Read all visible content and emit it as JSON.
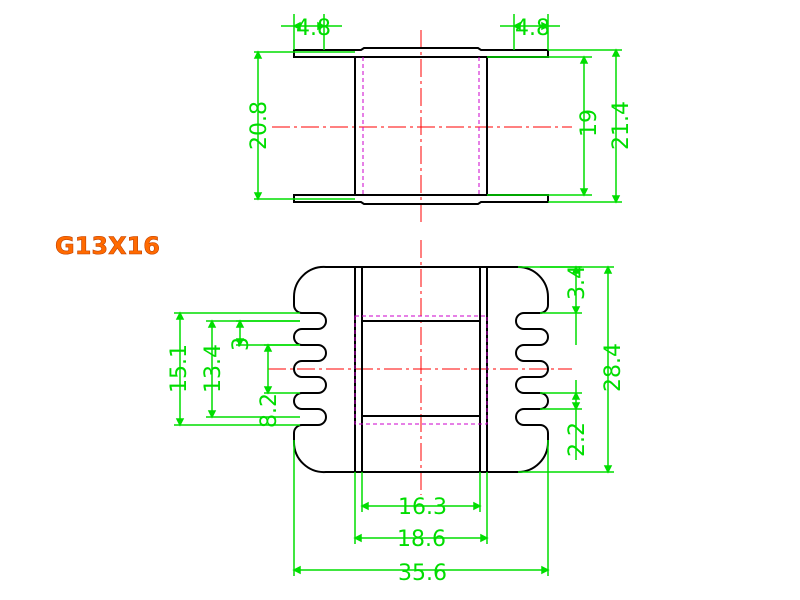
{
  "part_label": "G13X16",
  "colors": {
    "outline": "#000000",
    "dimension": "#00dd00",
    "centerline": "#ff0000",
    "hidden": "#cc00cc",
    "label": "#ff6a00"
  },
  "top_view": {
    "flange_thickness_left": "4.8",
    "flange_thickness_right": "4.8",
    "core_height": "20.8",
    "inner_height": "19",
    "total_height": "21.4"
  },
  "front_view": {
    "pin_area_height": "15.1",
    "pin_span": "13.4",
    "pin_pitch": "3",
    "slot_width": "8.2",
    "top_offset": "3.4",
    "total_height": "28.4",
    "bottom_offset": "2.2",
    "inner_width": "16.3",
    "window_width": "18.6",
    "total_width": "35.6"
  }
}
